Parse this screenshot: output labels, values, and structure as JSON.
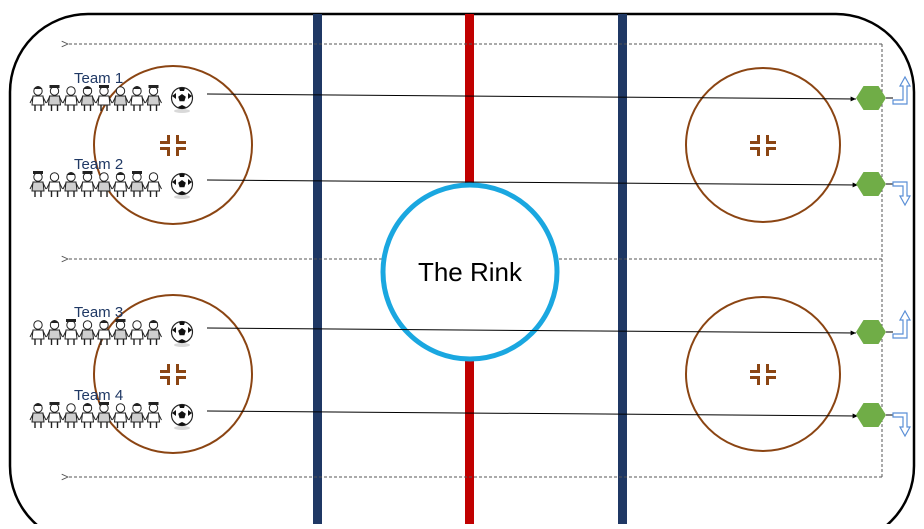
{
  "diagram": {
    "center_label": "The Rink",
    "teams": [
      {
        "label": "Team 1",
        "exit_arrow": "up"
      },
      {
        "label": "Team 2",
        "exit_arrow": "down"
      },
      {
        "label": "Team 3",
        "exit_arrow": "up"
      },
      {
        "label": "Team 4",
        "exit_arrow": "down"
      }
    ],
    "players_per_team": 8,
    "colors": {
      "rink_border": "#000000",
      "blue_line": "#1f3864",
      "red_line": "#c00000",
      "center_circle": "#1aa7e0",
      "faceoff_circle": "#8b4513",
      "faceoff_marker": "#8b4513",
      "goal_hexagon": "#70ad47",
      "team_label": "#1f3864",
      "exit_arrow": "#5b8fd6",
      "return_line": "#555555"
    },
    "icons": [
      "player-icon",
      "soccer-ball-icon",
      "faceoff-marker-icon",
      "hexagon-goal-icon",
      "exit-arrow-icon"
    ]
  }
}
